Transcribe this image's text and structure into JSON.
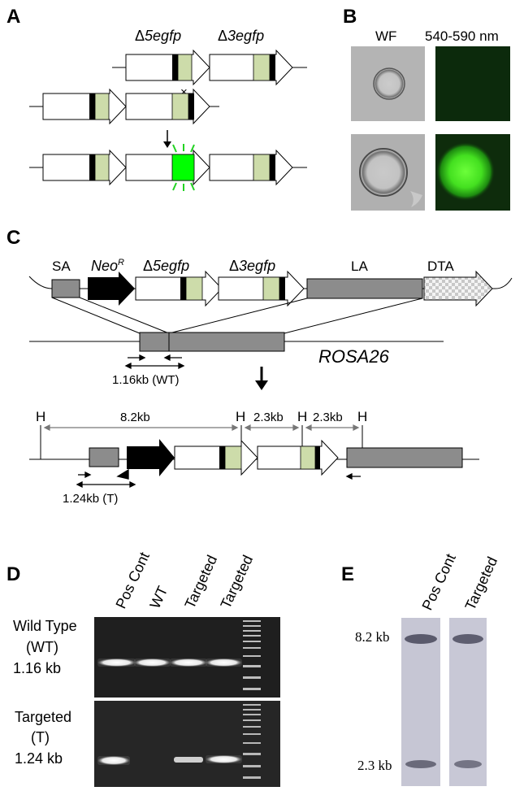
{
  "panels": {
    "a": "A",
    "b": "B",
    "c": "C",
    "d": "D",
    "e": "E"
  },
  "panel_a": {
    "gene_left": {
      "delta": "Δ",
      "name": "5egfp"
    },
    "gene_right": {
      "delta": "Δ",
      "name": "3egfp"
    },
    "recombination_mark": "×",
    "arrow": "↓"
  },
  "panel_b": {
    "col_wf": "WF",
    "col_fluor": "540-590 nm"
  },
  "panel_c": {
    "sa": "SA",
    "neo": "Neo",
    "neo_sup": "R",
    "d5": {
      "delta": "Δ",
      "name": "5egfp"
    },
    "d3": {
      "delta": "Δ",
      "name": "3egfp"
    },
    "la": "LA",
    "dta": "DTA",
    "locus": "ROSA26",
    "wt_product": "1.16kb (WT)",
    "arrow": "↓",
    "h_site": "H",
    "frag_82": "8.2kb",
    "frag_23a": "2.3kb",
    "frag_23b": "2.3kb",
    "t_product": "1.24kb (T)"
  },
  "panel_d": {
    "lanes": [
      "Pos Cont",
      "WT",
      "Targeted",
      "Targeted"
    ],
    "wt_row": {
      "line1": "Wild Type",
      "line2": "(WT)",
      "size": "1.16 kb"
    },
    "t_row": {
      "line1": "Targeted",
      "line2": "(T)",
      "size": "1.24 kb"
    }
  },
  "panel_e": {
    "lanes": [
      "Pos Cont",
      "Targeted"
    ],
    "size_top": "8.2 kb",
    "size_bottom": "2.3 kb"
  },
  "colors": {
    "green_box": "#cddcaa",
    "egfp_bright": "#00ff00",
    "gray_box": "#8c8c8c",
    "neo": "#000000"
  }
}
